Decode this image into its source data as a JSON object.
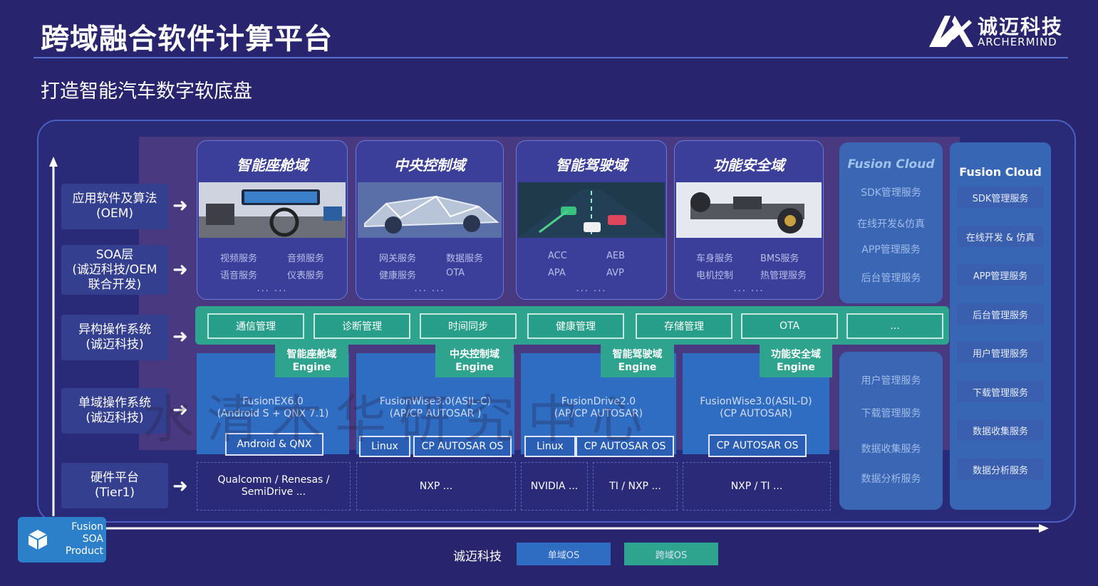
{
  "title": "跨域融合软件计算平台",
  "subtitle": "打造智能汽车数字软底盘",
  "logo": {
    "cn": "诚迈科技",
    "en": "ARCHERMIND"
  },
  "rows": [
    {
      "label": "应用软件及算法\n(OEM)"
    },
    {
      "label": "SOA层\n(诚迈科技/OEM\n联合开发)"
    },
    {
      "label": "异构操作系统\n(诚迈科技)"
    },
    {
      "label": "单域操作系统\n(诚迈科技)"
    },
    {
      "label": "硬件平台\n(Tier1)"
    }
  ],
  "domains": [
    {
      "title": "智能座舱域",
      "services": [
        "视频服务",
        "音频服务",
        "语音服务",
        "仪表服务"
      ],
      "dots": "... ..."
    },
    {
      "title": "中央控制域",
      "services": [
        "网关服务",
        "数据服务",
        "健康服务",
        "OTA"
      ],
      "dots": "... ..."
    },
    {
      "title": "智能驾驶域",
      "services": [
        "ACC",
        "AEB",
        "APA",
        "AVP"
      ],
      "dots": "... ..."
    },
    {
      "title": "功能安全域",
      "services": [
        "车身服务",
        "BMS服务",
        "电机控制",
        "热管理服务"
      ],
      "dots": "... ..."
    }
  ],
  "middleware": [
    "通信管理",
    "诊断管理",
    "时间同步",
    "健康管理",
    "存储管理",
    "OTA",
    "..."
  ],
  "engines": [
    "智能座舱域\nEngine",
    "中央控制域\nEngine",
    "智能驾驶域\nEngine",
    "功能安全域\nEngine"
  ],
  "single_os": [
    {
      "text": "FusionEX6.0\n(Android S + QNX 7.1)",
      "chips": [
        "Android & QNX"
      ]
    },
    {
      "text": "FusionWise3.0(ASIL-C)\n(AP/CP AUTOSAR )",
      "chips": [
        "Linux",
        "CP AUTOSAR OS"
      ]
    },
    {
      "text": "FusionDrive2.0\n(AP/CP AUTOSAR)",
      "chips": [
        "Linux",
        "CP AUTOSAR OS"
      ]
    },
    {
      "text": "FusionWise3.0(ASIL-D)\n(CP AUTOSAR)",
      "chips": [
        "CP AUTOSAR OS"
      ]
    }
  ],
  "hardware": [
    "Qualcomm / Renesas /\nSemiDrive ...",
    "NXP ...",
    "NVIDIA ...",
    "TI / NXP ...",
    "NXP / TI ..."
  ],
  "cloud1": {
    "title": "Fusion Cloud",
    "top_services": [
      "SDK管理服务",
      "在线开发&仿真",
      "APP管理服务",
      "后台管理服务"
    ],
    "bottom_services": [
      "用户管理服务",
      "下载管理服务",
      "数据收集服务",
      "数据分析服务"
    ]
  },
  "cloud2": {
    "title": "Fusion Cloud",
    "services": [
      "SDK管理服务",
      "在线开发 & 仿真",
      "APP管理服务",
      "后台管理服务",
      "用户管理服务",
      "下载管理服务",
      "数据收集服务",
      "数据分析服务"
    ]
  },
  "product": "Fusion\nSOA\nProduct",
  "legend": {
    "label": "诚迈科技",
    "single": "单域OS",
    "cross": "跨域OS"
  },
  "colors": {
    "background": "#28256e",
    "teal": "#2ea38e",
    "blue": "#2f6dc2"
  },
  "watermark": "水清木华研究中心"
}
